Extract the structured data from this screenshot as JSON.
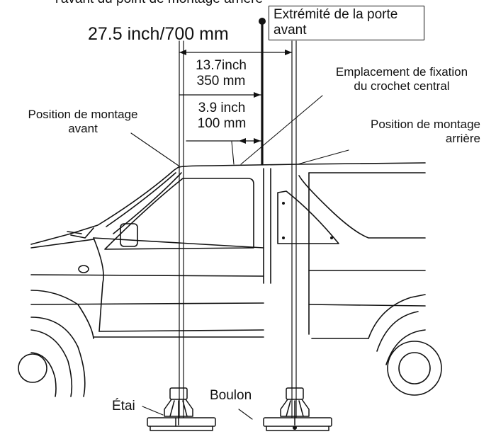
{
  "labels": {
    "top_cut": "l'avant du point de montage arrière",
    "total_width": "27.5 inch/700 mm",
    "door_end_line1": "Extrémité de la porte",
    "door_end_line2": "avant",
    "mid_width_line1": "13.7inch",
    "mid_width_line2": "350 mm",
    "small_width_line1": "3.9 inch",
    "small_width_line2": "100 mm",
    "center_hook_line1": "Emplacement de fixation",
    "center_hook_line2": "du crochet central",
    "front_mount_line1": "Position de montage",
    "front_mount_line2": "avant",
    "rear_mount_line1": "Position de montage",
    "rear_mount_line2": "arrière",
    "strut": "Étai",
    "bolt": "Boulon"
  }
}
